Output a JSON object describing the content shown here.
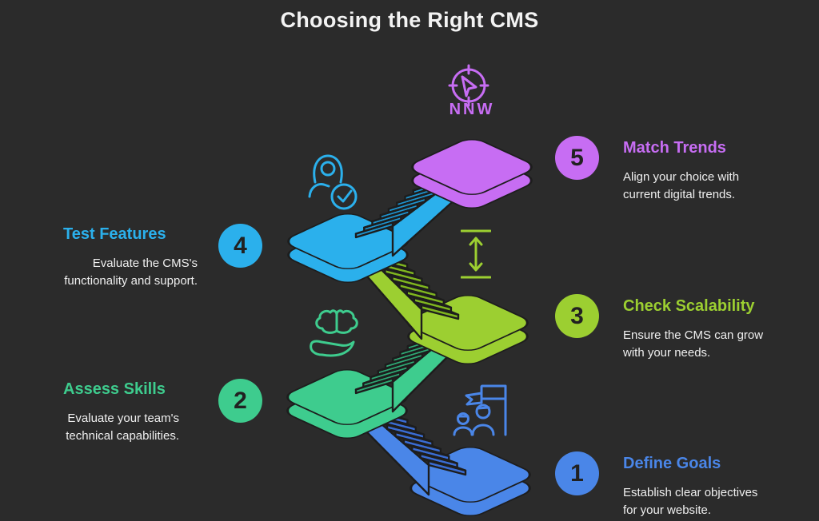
{
  "page": {
    "title": "Choosing the Right CMS",
    "background": "#2B2B2B",
    "outline": "#1D1D1D",
    "text_color": "#EFEFEF"
  },
  "compass": {
    "label": "NNW"
  },
  "steps": [
    {
      "number": "1",
      "title": "Define Goals",
      "desc": [
        "Establish clear objectives",
        "for your website."
      ],
      "icon": "goal-flag",
      "color": "#4A86E8",
      "light": "#6C9CF4",
      "dark": "#3A6CD2",
      "side": "right"
    },
    {
      "number": "2",
      "title": "Assess Skills",
      "desc": [
        "Evaluate your team's",
        "technical capabilities."
      ],
      "icon": "brain-hand",
      "color": "#3ECC8E",
      "light": "#5FE3A7",
      "dark": "#2FA874",
      "side": "left"
    },
    {
      "number": "3",
      "title": "Check Scalability",
      "desc": [
        "Ensure the CMS can grow",
        "with your needs."
      ],
      "icon": "height-arrows",
      "color": "#9CCF31",
      "light": "#B2E148",
      "dark": "#7FB51F",
      "side": "right"
    },
    {
      "number": "4",
      "title": "Test Features",
      "desc": [
        "Evaluate the CMS's",
        "functionality and support."
      ],
      "icon": "user-check",
      "color": "#2BB0EC",
      "light": "#55CDF8",
      "dark": "#1E93CE",
      "side": "left"
    },
    {
      "number": "5",
      "title": "Match Trends",
      "desc": [
        "Align your choice with",
        "current digital trends."
      ],
      "icon": "compass",
      "color": "#C76DF3",
      "light": "#D58FF7",
      "dark": "#B050E2",
      "side": "right"
    }
  ]
}
